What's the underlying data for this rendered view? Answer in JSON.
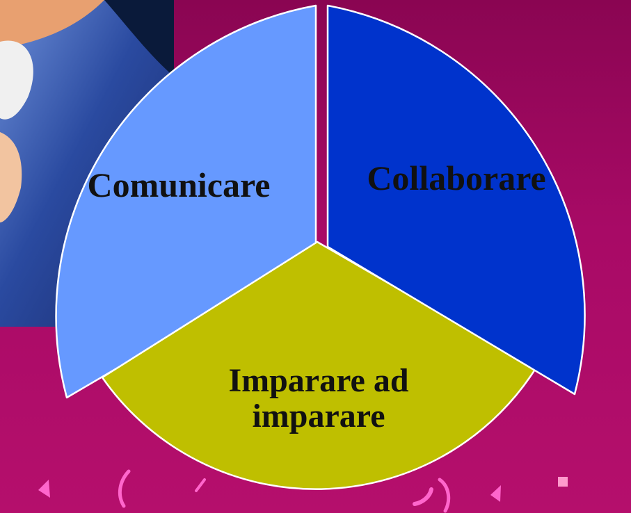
{
  "diagram": {
    "segments": [
      {
        "label": "Comunicare",
        "color": "#6699ff"
      },
      {
        "label": "Collaborare",
        "color": "#0033cc"
      },
      {
        "label_line1": "Imparare ad",
        "label_line2": "imparare",
        "color": "#bfbf00"
      }
    ],
    "outline_color": "#ffffff",
    "label_color": "#111111"
  },
  "background": {
    "top_color": "#8a0552",
    "bottom_color": "#b50f6c",
    "photo_panel_color": "#24408c",
    "confetti_color": "#ff66cc",
    "confetti_square_color": "#ff99cc"
  }
}
